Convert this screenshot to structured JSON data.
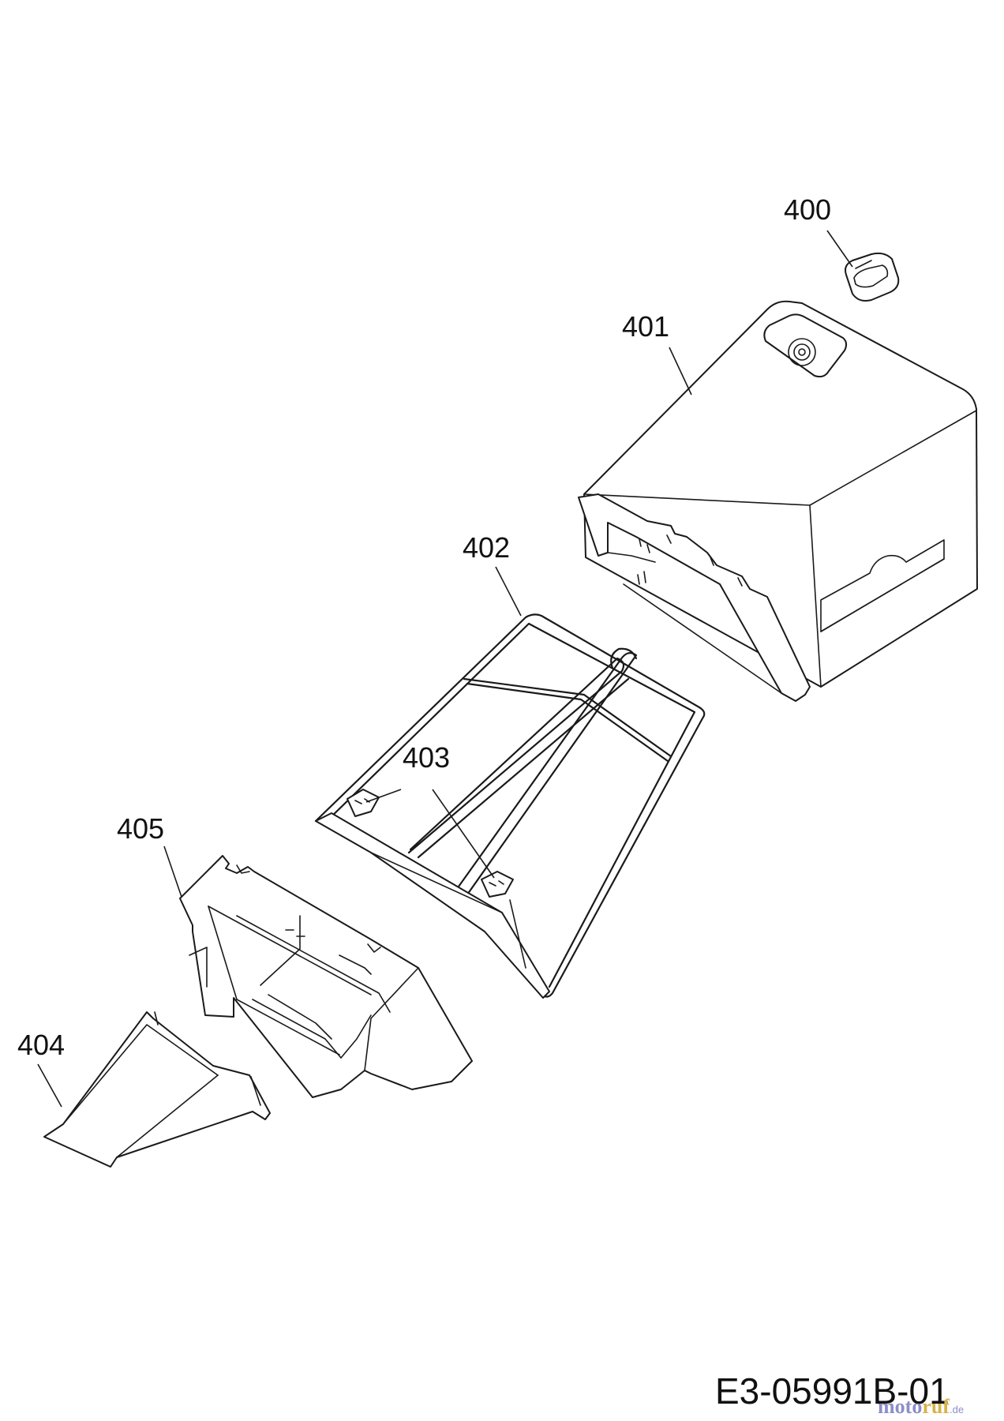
{
  "callouts": {
    "p400": "400",
    "p401": "401",
    "p402": "402",
    "p403": "403",
    "p404": "404",
    "p405": "405"
  },
  "drawing_code": "E3-05991B-01",
  "watermark": {
    "part_a": "moto",
    "part_b": "ruf",
    "part_c": ".de"
  },
  "colors": {
    "line": "#1a1a1a",
    "watermark_blue": "#8d8dc8",
    "watermark_gold": "#d6b24a"
  }
}
